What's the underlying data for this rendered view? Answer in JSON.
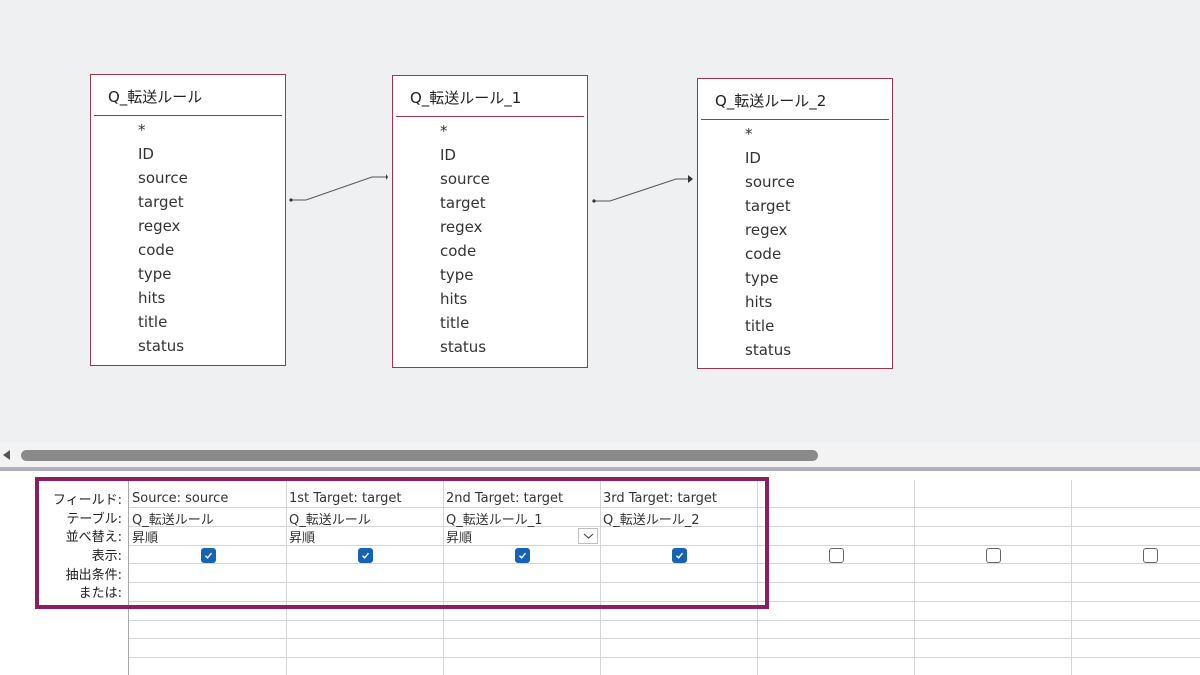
{
  "diagram": {
    "tables": [
      {
        "title": "Q_転送ルール",
        "fields": [
          "*",
          "ID",
          "source",
          "target",
          "regex",
          "code",
          "type",
          "hits",
          "title",
          "status"
        ]
      },
      {
        "title": "Q_転送ルール_1",
        "fields": [
          "*",
          "ID",
          "source",
          "target",
          "regex",
          "code",
          "type",
          "hits",
          "title",
          "status"
        ]
      },
      {
        "title": "Q_転送ルール_2",
        "fields": [
          "*",
          "ID",
          "source",
          "target",
          "regex",
          "code",
          "type",
          "hits",
          "title",
          "status"
        ]
      }
    ]
  },
  "grid": {
    "row_labels": {
      "field": "フィールド:",
      "table": "テーブル:",
      "sort": "並べ替え:",
      "show": "表示:",
      "criteria": "抽出条件:",
      "or": "または:"
    },
    "columns": [
      {
        "field": "Source: source",
        "table": "Q_転送ルール",
        "sort": "昇順",
        "show": true
      },
      {
        "field": "1st Target: target",
        "table": "Q_転送ルール",
        "sort": "昇順",
        "show": true
      },
      {
        "field": "2nd Target: target",
        "table": "Q_転送ルール_1",
        "sort": "昇順",
        "show": true
      },
      {
        "field": "3rd Target: target",
        "table": "Q_転送ルール_2",
        "sort": "",
        "show": true
      },
      {
        "field": "",
        "table": "",
        "sort": "",
        "show": false
      },
      {
        "field": "",
        "table": "",
        "sort": "",
        "show": false
      },
      {
        "field": "",
        "table": "",
        "sort": "",
        "show": false
      }
    ]
  },
  "colors": {
    "table_border": "#a0344e",
    "highlight": "#8b1e5e",
    "checkbox_checked": "#1663b5"
  },
  "icons": {
    "dropdown": "chevron-down-icon",
    "checkbox_checked": "checkmark-icon",
    "scroll_left": "triangle-left-icon"
  }
}
